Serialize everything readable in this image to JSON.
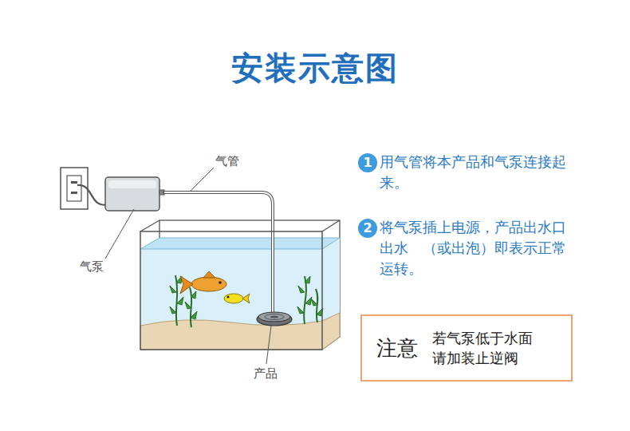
{
  "diagram": {
    "title": "安装示意图",
    "nodes": [
      {
        "text": [
          "1"
        ]
      },
      {
        "text": [
          "2"
        ]
      },
      {
        "text": [
          "注意",
          "若气泵低于水面 请加装止逆阀"
        ]
      }
    ],
    "labels": [
      "气管",
      "气泵",
      "产品",
      "用气管将本产品和气泵连接起来。",
      "将气泵插上电源，产品出水口出水　（或出泡）即表示正常运转。"
    ]
  }
}
